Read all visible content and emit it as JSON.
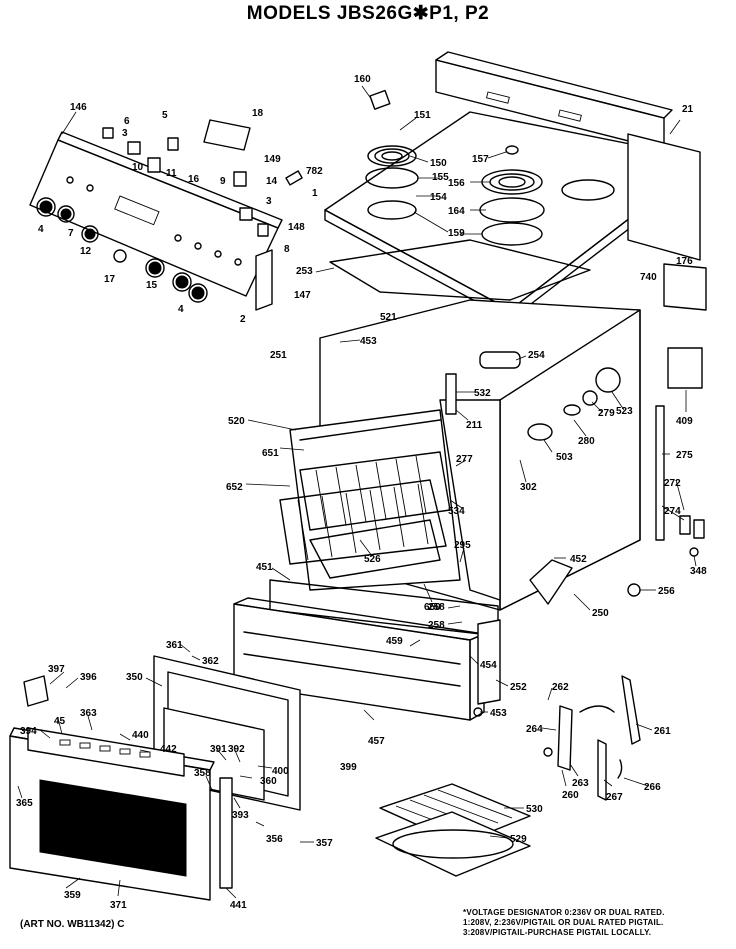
{
  "title": "MODELS JBS26G✱P1, P2",
  "art_number": "(ART NO. WB11342) C",
  "footnote": [
    "*VOLTAGE DESIGNATOR 0:236V OR DUAL RATED.",
    "1:208V, 2:236V/PIGTAIL OR DUAL RATED PIGTAIL.",
    "3:208V/PIGTAIL-PURCHASE PIGTAIL LOCALLY."
  ],
  "callouts": {
    "c146": "146",
    "c6": "6",
    "c5": "5",
    "c18": "18",
    "c3": "3",
    "c10": "10",
    "c11": "11",
    "c16": "16",
    "c9": "9",
    "c149": "149",
    "c14": "14",
    "c782": "782",
    "c8": "8",
    "c148": "148",
    "c4": "4",
    "c7": "7",
    "c12": "12",
    "c17": "17",
    "c15": "15",
    "c2": "2",
    "c147": "147",
    "c1": "1",
    "c160": "160",
    "c151": "151",
    "c150": "150",
    "c157": "157",
    "c155": "155",
    "c156": "156",
    "c154": "154",
    "c164": "164",
    "c159": "159",
    "c21": "21",
    "c253": "253",
    "c740": "740",
    "c176": "176",
    "c521": "521",
    "c453a": "453",
    "c254": "254",
    "c251": "251",
    "c532": "532",
    "c409": "409",
    "c279": "279",
    "c523": "523",
    "c520": "520",
    "c211": "211",
    "c280": "280",
    "c651": "651",
    "c503": "503",
    "c277": "277",
    "c275": "275",
    "c652": "652",
    "c302": "302",
    "c534": "534",
    "c272": "272",
    "c274": "274",
    "c526": "526",
    "c295": "295",
    "c452": "452",
    "c348": "348",
    "c451": "451",
    "c256": "256",
    "c650": "650",
    "c258a": "258",
    "c258b": "258",
    "c250": "250",
    "c361": "361",
    "c362": "362",
    "c459": "459",
    "c454": "454",
    "c397": "397",
    "c396": "396",
    "c350": "350",
    "c252": "252",
    "c262": "262",
    "c453b": "453",
    "c363": "363",
    "c394": "394",
    "c45": "45",
    "c440": "440",
    "c442": "442",
    "c391": "391",
    "c392": "392",
    "c400": "400",
    "c457": "457",
    "c264": "264",
    "c261": "261",
    "c360": "360",
    "c358": "358",
    "c365": "365",
    "c399": "399",
    "c393": "393",
    "c263": "263",
    "c260": "260",
    "c267": "267",
    "c266": "266",
    "c530": "530",
    "c356": "356",
    "c357": "357",
    "c529": "529",
    "c359": "359",
    "c371": "371",
    "c441": "441"
  }
}
